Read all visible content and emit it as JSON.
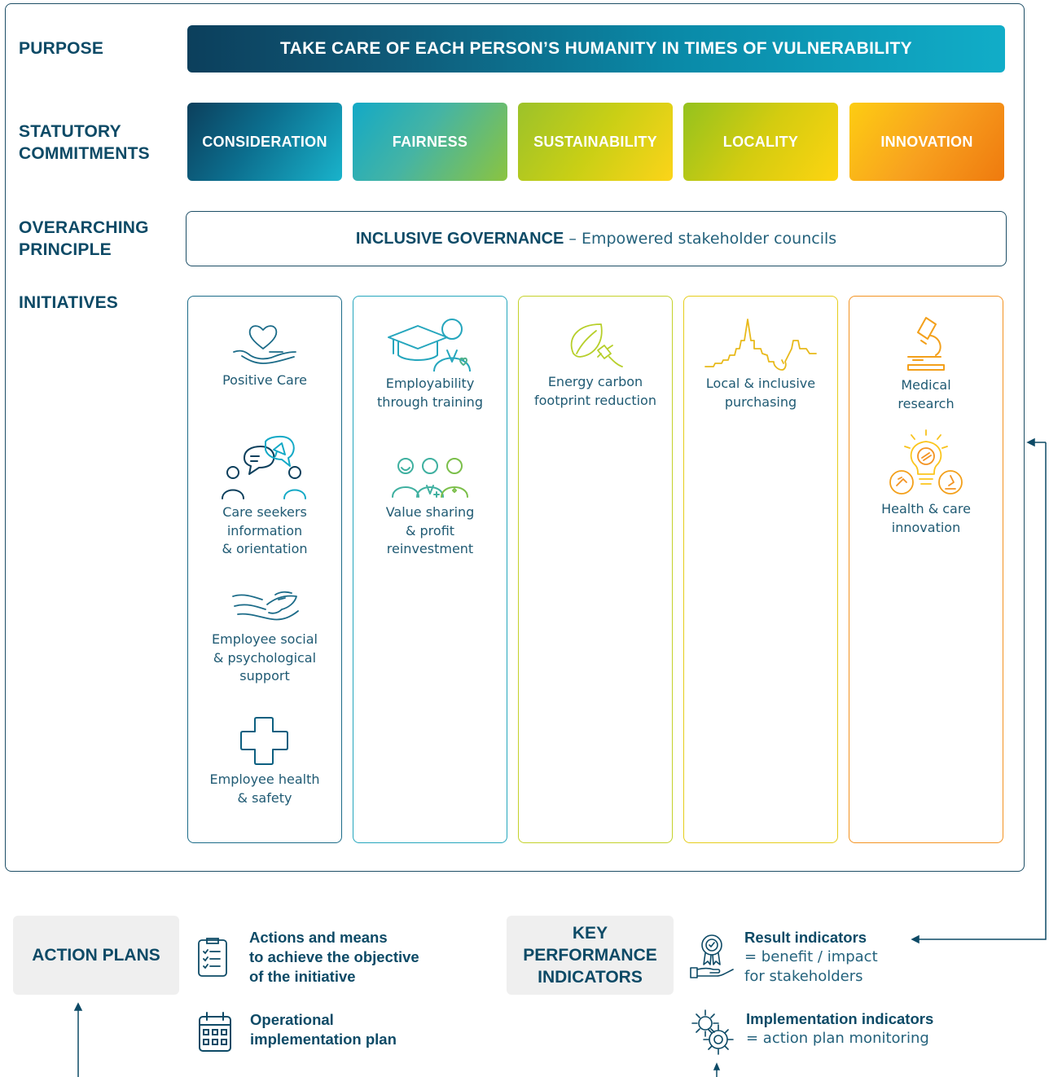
{
  "labels": {
    "purpose": "PURPOSE",
    "statutory_line1": "STATUTORY",
    "statutory_line2": "COMMITMENTS",
    "overarching_line1": "OVERARCHING",
    "overarching_line2": "PRINCIPLE",
    "initiatives": "INITIATIVES"
  },
  "purpose_text": "TAKE CARE OF EACH PERSON’S HUMANITY IN TIMES OF VULNERABILITY",
  "commitments": [
    "CONSIDERATION",
    "FAIRNESS",
    "SUSTAINABILITY",
    "LOCALITY",
    "INNOVATION"
  ],
  "principle": {
    "bold": "INCLUSIVE GOVERNANCE",
    "desc": "– Empowered stakeholder councils"
  },
  "initiatives": {
    "consideration": [
      {
        "icon": "heart-hand-icon",
        "label": "Positive Care"
      },
      {
        "icon": "people-speech-bubbles-icon",
        "label": "Care seekers\ninformation\n& orientation"
      },
      {
        "icon": "caring-hand-icon",
        "label": "Employee social\n& psychological\nsupport"
      },
      {
        "icon": "medical-cross-icon",
        "label": "Employee health\n& safety"
      }
    ],
    "fairness": [
      {
        "icon": "graduation-doctor-icon",
        "label": "Employability\nthrough training"
      },
      {
        "icon": "team-people-icon",
        "label": "Value sharing\n& profit\nreinvestment"
      }
    ],
    "sustainability": [
      {
        "icon": "leaf-plug-icon",
        "label": "Energy carbon\nfootprint reduction"
      }
    ],
    "locality": [
      {
        "icon": "city-skyline-icon",
        "label": "Local & inclusive\npurchasing"
      }
    ],
    "innovation": [
      {
        "icon": "microscope-icon",
        "label": "Medical\nresearch"
      },
      {
        "icon": "lightbulb-innovation-icon",
        "label": "Health & care\ninnovation"
      }
    ]
  },
  "action_plans": {
    "title": "ACTION PLANS",
    "item1": "Actions and means\nto achieve the objective\nof the initiative",
    "item1_icon": "checklist-icon",
    "item2": "Operational\nimplementation plan",
    "item2_icon": "calendar-icon"
  },
  "kpi": {
    "title_line1": "KEY",
    "title_line2": "PERFORMANCE",
    "title_line3": "INDICATORS",
    "result_title": "Result indicators",
    "result_sub1": "= benefit / impact",
    "result_sub2": "for stakeholders",
    "result_icon": "award-hand-icon",
    "impl_title": "Implementation indicators",
    "impl_sub": "= action plan monitoring",
    "impl_icon": "gears-icon"
  },
  "colors": {
    "navy": "#0d4a66",
    "teal": "#11adc8",
    "green": "#8bc43f",
    "yellow": "#fcd419",
    "orange": "#ef7a0e"
  }
}
